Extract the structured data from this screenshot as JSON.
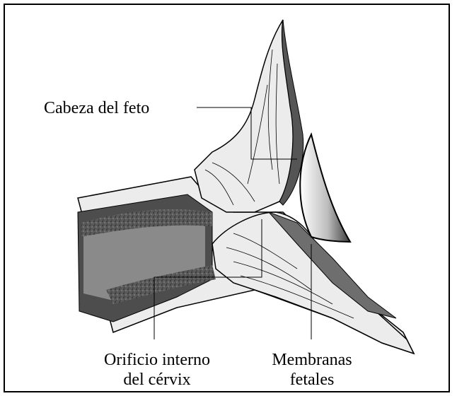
{
  "labels": {
    "fetal_head": "Cabeza del feto",
    "internal_os_line1": "Orificio interno",
    "internal_os_line2": "del cérvix",
    "membranes_line1": "Membranas",
    "membranes_line2": "fetales"
  },
  "colors": {
    "tissue_light": "#ececec",
    "tissue_mid": "#8c8c8c",
    "tissue_dark": "#4a4a4a",
    "membrane": "#6e6e6e",
    "outline": "#000000"
  }
}
